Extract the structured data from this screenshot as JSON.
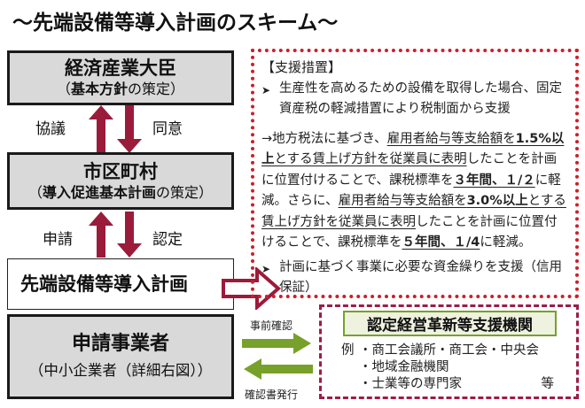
{
  "title": "～先端設備等導入計画のスキーム～",
  "colors": {
    "arrow_red": "#9b1b3a",
    "dotted_border": "#cc1f2a",
    "dashed_border": "#9b1d4a",
    "green_arrow": "#77a12a",
    "box_gray": "#d9d9d9"
  },
  "left_flow": {
    "minister": {
      "name": "経済産業大臣",
      "paren_open": "（",
      "sub_bold": "基本方針",
      "sub_rest": "の策定",
      "paren_close": "）"
    },
    "arrows_1": {
      "up_label": "協議",
      "down_label": "同意"
    },
    "municipality": {
      "name": "市区町村",
      "paren_open": "（",
      "sub_bold": "導入促進基本計画",
      "sub_rest": "の策定",
      "paren_close": "）"
    },
    "arrows_2": {
      "up_label": "申請",
      "down_label": "認定"
    },
    "plan": {
      "name": "先端設備等導入計画"
    },
    "applicant": {
      "name": "申請事業者",
      "sub": "（中小企業者（詳細右図））"
    }
  },
  "support": {
    "heading": "【支援措置】",
    "bullet_1": "生産性を高めるための設備を取得した場合、固定資産税の軽減措置により税制面から支援",
    "detail": {
      "p1_pre": "→地方税法に基づき、",
      "p1_u": "雇用者給与等支給額を",
      "p1_b": "1.5%以上",
      "p1_u2": "とする賃上げ方針を従業員に表明",
      "p1_mid": "したことを計画に位置付けることで、課税標準を",
      "p1_b2": "３年間、１/２",
      "p1_end": "に軽減。さらに、",
      "p2_u": "雇用者給与等支給額を",
      "p2_b": "3.0%以上",
      "p2_u2": "とする賃上げ方針を従業員に表明",
      "p2_mid": "したことを計画に位置付けることで、課税標準を",
      "p2_b2": "５年間、１/4",
      "p2_end": "に軽減。"
    },
    "bullet_2": "計画に基づく事業に必要な資金繰りを支援（信用保証）",
    "bullet_icon": "arrowhead-bullet-icon"
  },
  "exchange": {
    "to_org_label": "事前確認",
    "from_org_label": "確認書発行"
  },
  "organization": {
    "title": "認定経営革新等支援機関",
    "example_prefix": "例",
    "items": [
      "・商工会議所・商工会・中央会",
      "・地域金融機関",
      "・士業等の専門家"
    ],
    "suffix": "等"
  }
}
